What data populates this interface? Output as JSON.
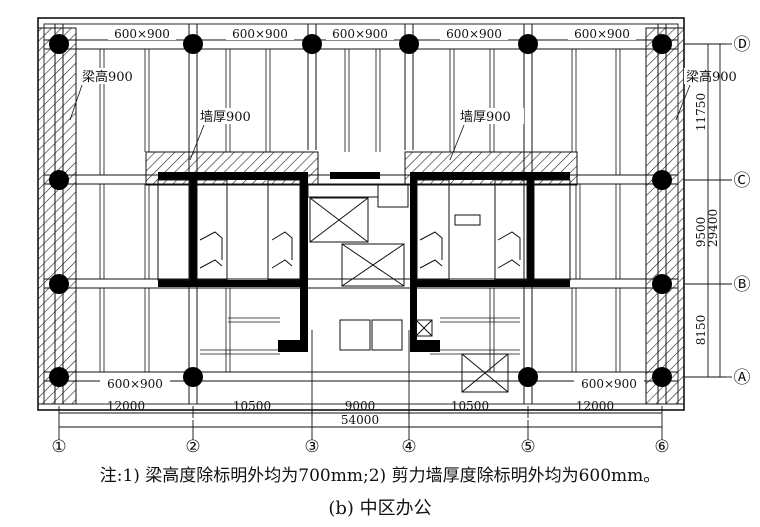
{
  "beam_labels": [
    "600×900",
    "600×900",
    "600×900",
    "600×900",
    "600×900",
    "600×900",
    "600×900"
  ],
  "beam_height_left": "梁高900",
  "beam_height_right": "梁高900",
  "wall_thickness_left": "墙厚900",
  "wall_thickness_right": "墙厚900",
  "column_axes": [
    "①",
    "②",
    "③",
    "④",
    "⑤",
    "⑥"
  ],
  "row_axes": [
    "Ⓐ",
    "Ⓑ",
    "Ⓒ",
    "Ⓓ"
  ],
  "dims_bottom": [
    "12000",
    "10500",
    "9000",
    "10500",
    "12000"
  ],
  "dim_total_width": "54000",
  "dims_right": [
    "11750",
    "9500",
    "8150"
  ],
  "dim_total_depth": "29400",
  "note": "注:1) 梁高度除标明外均为700mm;2) 剪力墙厚度除标明外均为600mm。",
  "subcaption": "(b) 中区办公"
}
